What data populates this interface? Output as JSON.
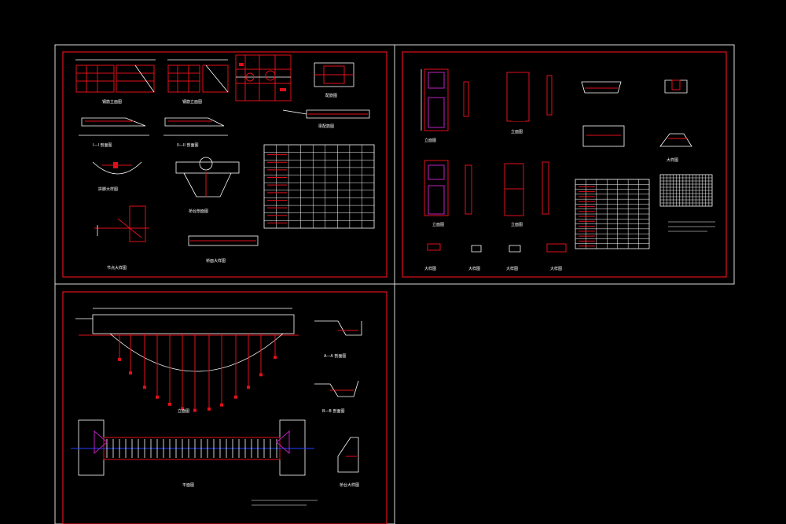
{
  "colors": {
    "background": "#000000",
    "sheet_border": "#d8d8d8",
    "frame": "#e0101a",
    "linework": "#ffffff",
    "accent_magenta": "#c020c0",
    "accent_blue": "#2040ff"
  },
  "sheets": [
    {
      "id": "sheet-top-left",
      "content": "detail drawings, sections and rebar schedule table"
    },
    {
      "id": "sheet-top-right",
      "content": "frame elevations, small details, schedule table and grid panel"
    },
    {
      "id": "sheet-bottom-left",
      "content": "arch bridge elevation, plan view and section details"
    }
  ],
  "table_top_left": {
    "rows": 11,
    "cols": 9
  },
  "table_top_right": {
    "rows": 14,
    "cols": 7
  }
}
